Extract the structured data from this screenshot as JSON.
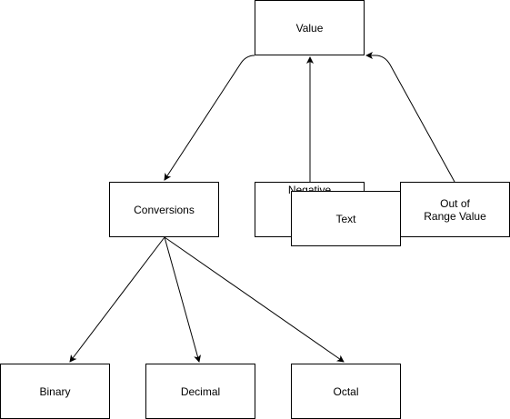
{
  "nodes": {
    "value": "Value",
    "conversions": "Conversions",
    "negative": "Negative",
    "text": "Text",
    "out_of_range": "Out of Range Value",
    "binary": "Binary",
    "decimal": "Decimal",
    "octal": "Octal"
  },
  "edges": [
    {
      "from": "value",
      "to": "conversions"
    },
    {
      "from": "negative",
      "to": "value"
    },
    {
      "from": "out_of_range",
      "to": "value"
    },
    {
      "from": "conversions",
      "to": "binary"
    },
    {
      "from": "conversions",
      "to": "decimal"
    },
    {
      "from": "conversions",
      "to": "octal"
    }
  ],
  "colors": {
    "stroke": "#000000",
    "fill": "#ffffff"
  }
}
